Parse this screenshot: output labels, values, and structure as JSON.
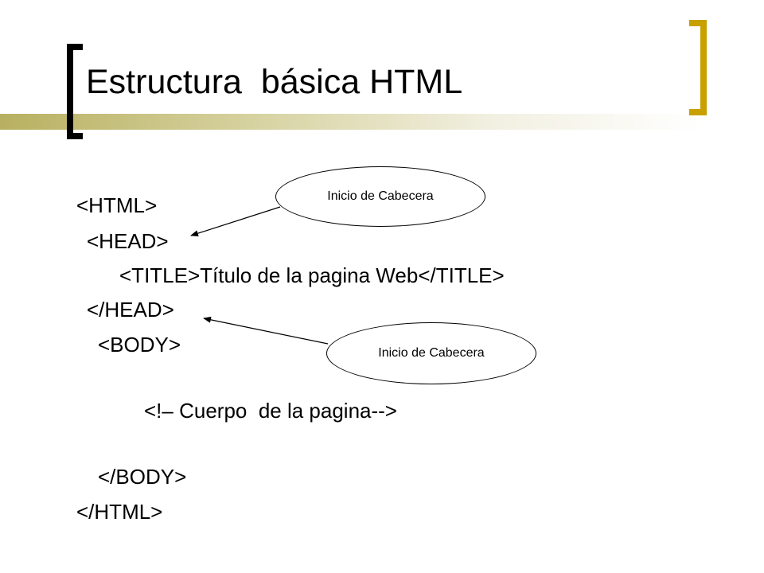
{
  "slide": {
    "title": "Estructura  básica HTML"
  },
  "code": {
    "html_open": "<HTML>",
    "head_open": "<HEAD>",
    "title_open": "<TITLE>",
    "title_text": "Título de la pagina Web",
    "title_close": "</TITLE>",
    "head_close": "</HEAD>",
    "body_open": "<BODY>",
    "comment": "<!– Cuerpo  de la pagina-->",
    "body_close": "</BODY>",
    "html_close": "</HTML>"
  },
  "callouts": [
    {
      "label": "Inicio de Cabecera"
    },
    {
      "label": "Inicio de Cabecera"
    }
  ],
  "colors": {
    "accent_bracket": "#c8a000",
    "title_band": "#b8b060"
  }
}
